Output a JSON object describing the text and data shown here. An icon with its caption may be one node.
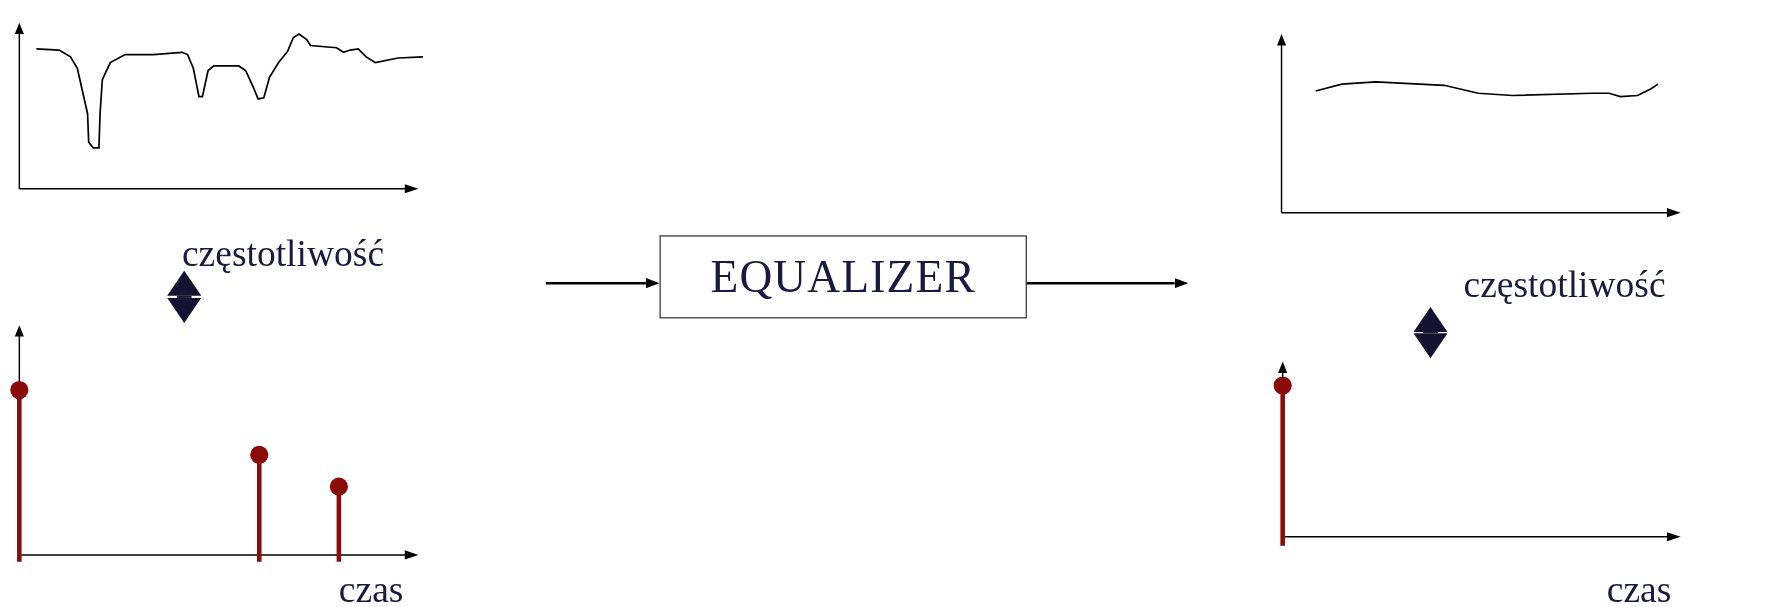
{
  "diagram": {
    "nodes": [
      {
        "text": [],
        "shape": "picture",
        "beside": [
          "częstotliwość"
        ]
      },
      {
        "text": [],
        "shape": "picture",
        "beside": [
          "czas"
        ]
      },
      {
        "text": [
          "EQUALIZER"
        ]
      },
      {
        "text": [],
        "shape": "picture",
        "beside": [
          "częstotliwość"
        ]
      },
      {
        "text": [],
        "shape": "picture",
        "beside": [
          "czas"
        ]
      }
    ],
    "edges": [
      {
        "from": 0,
        "to": 1,
        "arrow": "both",
        "style": "thick",
        "color": "#141432"
      },
      {
        "from": null,
        "to": 2,
        "arrow": "to"
      },
      {
        "from": 2,
        "to": null,
        "arrow": "to"
      },
      {
        "from": 3,
        "to": 4,
        "arrow": "both",
        "style": "thick",
        "color": "#141432"
      }
    ]
  }
}
